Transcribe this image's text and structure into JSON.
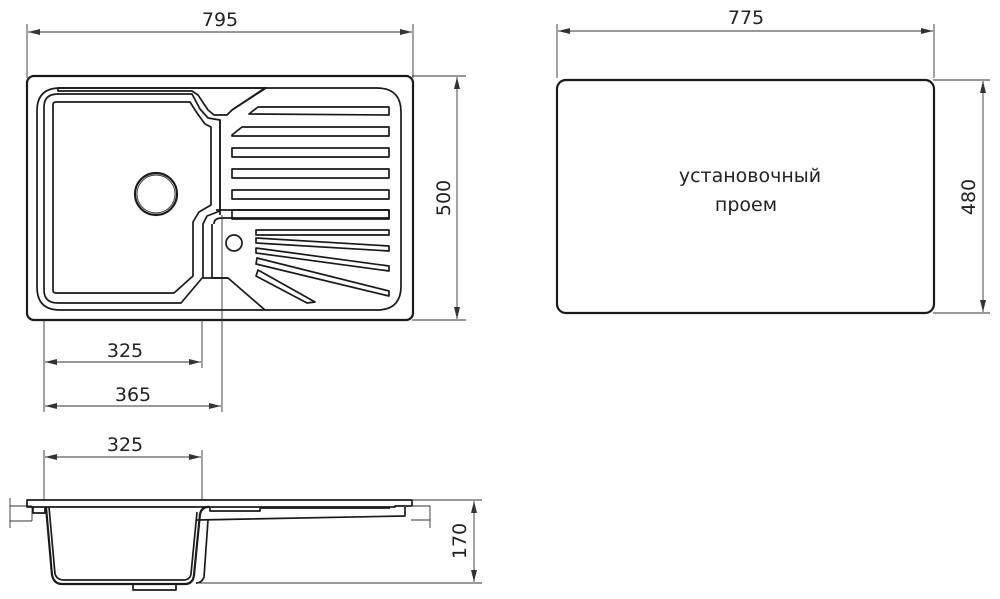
{
  "drawing": {
    "title": "Kitchen sink technical drawing",
    "stroke_color": "#1a1a1a",
    "background": "#ffffff"
  },
  "top_view": {
    "width_dim": "795",
    "height_dim": "500",
    "bowl_width_dim": "325",
    "bowl_offset_dim": "365"
  },
  "cutout_view": {
    "width_dim": "775",
    "height_dim": "480",
    "label_line1": "установочный",
    "label_line2": "проем"
  },
  "side_view": {
    "bowl_width_dim": "325",
    "depth_dim": "170"
  }
}
